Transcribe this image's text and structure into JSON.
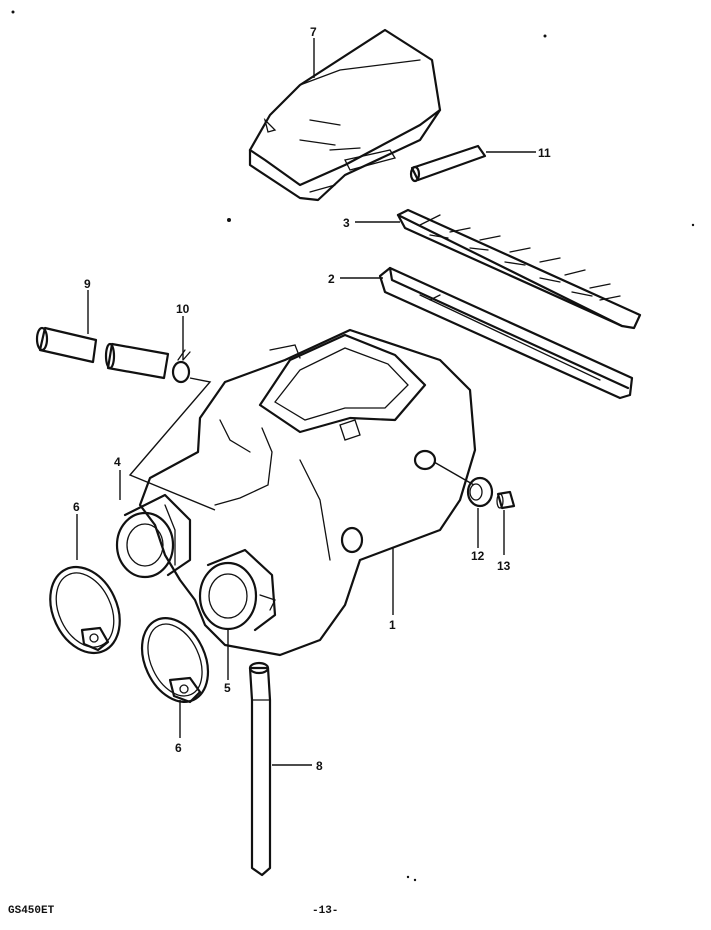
{
  "parts": [
    {
      "id": "part-1",
      "label": "1"
    },
    {
      "id": "part-2",
      "label": "2"
    },
    {
      "id": "part-3",
      "label": "3"
    },
    {
      "id": "part-4",
      "label": "4"
    },
    {
      "id": "part-5",
      "label": "5"
    },
    {
      "id": "part-6a",
      "label": "6"
    },
    {
      "id": "part-6b",
      "label": "6"
    },
    {
      "id": "part-7",
      "label": "7"
    },
    {
      "id": "part-8",
      "label": "8"
    },
    {
      "id": "part-9",
      "label": "9"
    },
    {
      "id": "part-10",
      "label": "10"
    },
    {
      "id": "part-11",
      "label": "11"
    },
    {
      "id": "part-12",
      "label": "12"
    },
    {
      "id": "part-13",
      "label": "13"
    }
  ],
  "footer": {
    "model": "GS450ET",
    "page": "-13-"
  }
}
